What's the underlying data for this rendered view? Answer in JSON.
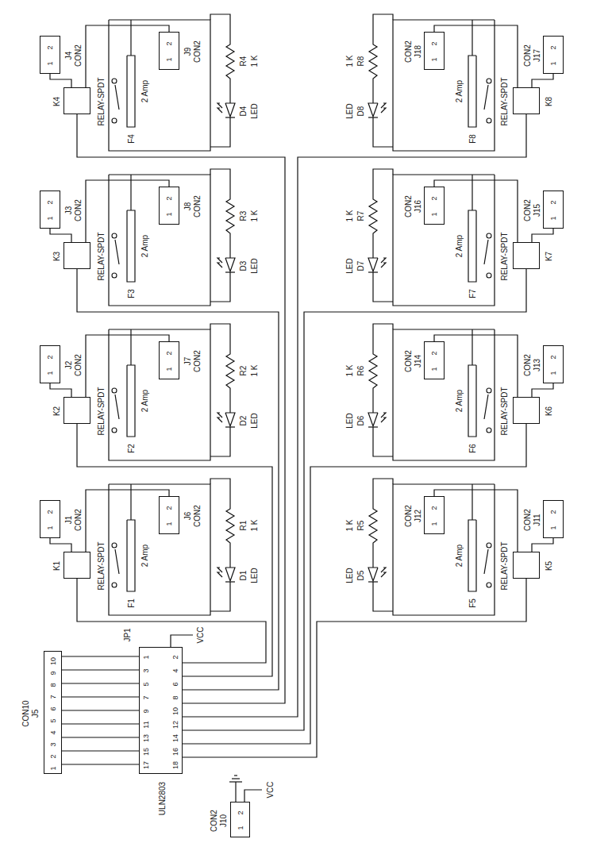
{
  "diagram": {
    "nodes": [
      {
        "text": [
          "ULN2803",
          "1",
          "2",
          "3",
          "4",
          "5",
          "6",
          "7",
          "8",
          "9",
          "10",
          "11",
          "12",
          "13",
          "14",
          "15",
          "16",
          "17",
          "18"
        ]
      },
      {
        "text": [
          "J5",
          "CON10",
          "1",
          "2",
          "3",
          "4",
          "5",
          "6",
          "7",
          "8",
          "9",
          "10"
        ]
      },
      {
        "text": [
          "J10",
          "CON2",
          "1",
          "2"
        ]
      },
      {
        "text": [
          "K1",
          "RELAY-SPDT"
        ]
      },
      {
        "text": [
          "J1",
          "CON2",
          "1",
          "2"
        ]
      },
      {
        "text": [
          "J6",
          "CON2",
          "1",
          "2"
        ]
      },
      {
        "text": [
          "K2",
          "RELAY-SPDT"
        ]
      },
      {
        "text": [
          "J2",
          "CON2",
          "1",
          "2"
        ]
      },
      {
        "text": [
          "J7",
          "CON2",
          "1",
          "2"
        ]
      },
      {
        "text": [
          "K3",
          "RELAY-SPDT"
        ]
      },
      {
        "text": [
          "J3",
          "CON2",
          "1",
          "2"
        ]
      },
      {
        "text": [
          "J8",
          "CON2",
          "1",
          "2"
        ]
      },
      {
        "text": [
          "K4",
          "RELAY-SPDT"
        ]
      },
      {
        "text": [
          "J4",
          "CON2",
          "1",
          "2"
        ]
      },
      {
        "text": [
          "J9",
          "CON2",
          "1",
          "2"
        ]
      },
      {
        "text": [
          "K5",
          "RELAY-SPDT"
        ]
      },
      {
        "text": [
          "J11",
          "CON2",
          "1",
          "2"
        ]
      },
      {
        "text": [
          "J12",
          "CON2",
          "1",
          "2"
        ]
      },
      {
        "text": [
          "K6",
          "RELAY-SPDT"
        ]
      },
      {
        "text": [
          "J13",
          "CON2",
          "1",
          "2"
        ]
      },
      {
        "text": [
          "J14",
          "CON2",
          "1",
          "2"
        ]
      },
      {
        "text": [
          "K7",
          "RELAY-SPDT"
        ]
      },
      {
        "text": [
          "J15",
          "CON2",
          "1",
          "2"
        ]
      },
      {
        "text": [
          "J16",
          "CON2",
          "1",
          "2"
        ]
      },
      {
        "text": [
          "K8",
          "RELAY-SPDT"
        ]
      },
      {
        "text": [
          "J17",
          "CON2",
          "1",
          "2"
        ]
      },
      {
        "text": [
          "J18",
          "CON2",
          "1",
          "2"
        ]
      }
    ],
    "edges": [
      {
        "from": 1,
        "to": 0,
        "arrow": "none"
      },
      {
        "from": 0,
        "to": 3,
        "arrow": "none"
      },
      {
        "from": 0,
        "to": 6,
        "arrow": "none"
      },
      {
        "from": 0,
        "to": 9,
        "arrow": "none"
      },
      {
        "from": 0,
        "to": 12,
        "arrow": "none"
      },
      {
        "from": 0,
        "to": 15,
        "arrow": "none"
      },
      {
        "from": 0,
        "to": 18,
        "arrow": "none"
      },
      {
        "from": 0,
        "to": 21,
        "arrow": "none"
      },
      {
        "from": 0,
        "to": 24,
        "arrow": "none"
      },
      {
        "from": 3,
        "to": 4,
        "arrow": "none"
      },
      {
        "from": 3,
        "to": 5,
        "arrow": "none"
      },
      {
        "from": 6,
        "to": 7,
        "arrow": "none"
      },
      {
        "from": 6,
        "to": 8,
        "arrow": "none"
      },
      {
        "from": 9,
        "to": 10,
        "arrow": "none"
      },
      {
        "from": 9,
        "to": 11,
        "arrow": "none"
      },
      {
        "from": 12,
        "to": 13,
        "arrow": "none"
      },
      {
        "from": 12,
        "to": 14,
        "arrow": "none"
      },
      {
        "from": 15,
        "to": 16,
        "arrow": "none"
      },
      {
        "from": 15,
        "to": 17,
        "arrow": "none"
      },
      {
        "from": 18,
        "to": 19,
        "arrow": "none"
      },
      {
        "from": 18,
        "to": 20,
        "arrow": "none"
      },
      {
        "from": 21,
        "to": 22,
        "arrow": "none"
      },
      {
        "from": 21,
        "to": 23,
        "arrow": "none"
      },
      {
        "from": 24,
        "to": 25,
        "arrow": "none"
      },
      {
        "from": 24,
        "to": 26,
        "arrow": "none"
      }
    ],
    "labels": [
      "F1",
      "2 Amp",
      "R1",
      "1 K",
      "D1",
      "LED",
      "F2",
      "2 Amp",
      "R2",
      "1 K",
      "D2",
      "LED",
      "F3",
      "2 Amp",
      "R3",
      "1 K",
      "D3",
      "LED",
      "F4",
      "2 Amp",
      "R4",
      "1 K",
      "D4",
      "LED",
      "F5",
      "2 Amp",
      "R5",
      "1 K",
      "D5",
      "LED",
      "F6",
      "2 Amp",
      "R6",
      "1 K",
      "D6",
      "LED",
      "F7",
      "2 Amp",
      "R7",
      "1 K",
      "D7",
      "LED",
      "F8",
      "2 Amp",
      "R8",
      "1 K",
      "D8",
      "LED",
      "JP1",
      "VCC",
      "VCC"
    ]
  }
}
